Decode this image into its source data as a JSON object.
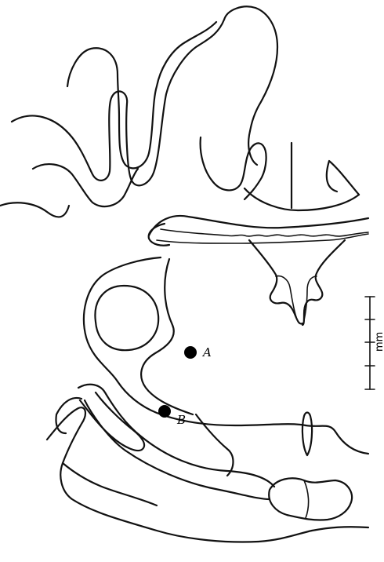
{
  "sites": [
    {
      "label": "A"
    },
    {
      "label": "B"
    }
  ],
  "scale_bar": {
    "unit_label": "mm",
    "ticks": 5
  },
  "colors": {
    "ink": "#111111",
    "background": "#ffffff"
  }
}
